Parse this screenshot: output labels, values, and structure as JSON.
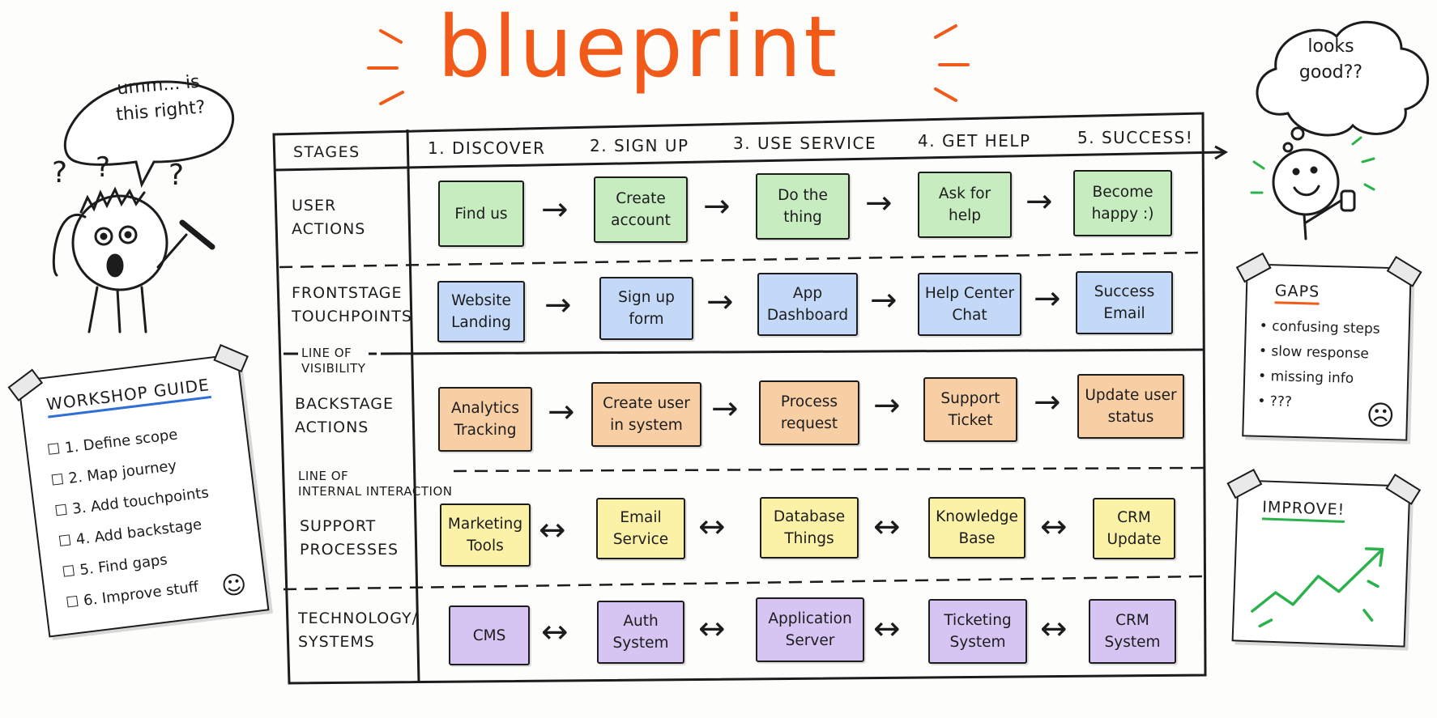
{
  "title": "blueprint",
  "bubbles": {
    "left": "umm... is\nthis right?",
    "right": "looks\ngood??"
  },
  "blueprint": {
    "stages_label": "STAGES",
    "stages": [
      "1. DISCOVER",
      "2. SIGN UP",
      "3. USE SERVICE",
      "4. GET HELP",
      "5. SUCCESS!"
    ],
    "row_labels": {
      "user_actions": "USER\nACTIONS",
      "frontstage": "FRONTSTAGE\nTOUCHPOINTS",
      "backstage": "BACKSTAGE\nACTIONS",
      "support": "SUPPORT\nPROCESSES",
      "technology": "TECHNOLOGY/\nSYSTEMS"
    },
    "lines": {
      "visibility": "LINE OF\nVISIBILITY",
      "internal": "LINE OF\nINTERNAL INTERACTION"
    },
    "rows": {
      "user_actions": [
        "Find us",
        "Create\naccount",
        "Do the\nthing",
        "Ask for\nhelp",
        "Become\nhappy :)"
      ],
      "frontstage": [
        "Website\nLanding",
        "Sign up\nform",
        "App\nDashboard",
        "Help Center\nChat",
        "Success\nEmail"
      ],
      "backstage": [
        "Analytics\nTracking",
        "Create user\nin system",
        "Process\nrequest",
        "Support\nTicket",
        "Update user\nstatus"
      ],
      "support": [
        "Marketing\nTools",
        "Email\nService",
        "Database\nThings",
        "Knowledge\nBase",
        "CRM\nUpdate"
      ],
      "technology": [
        "CMS",
        "Auth\nSystem",
        "Application\nServer",
        "Ticketing\nSystem",
        "CRM\nSystem"
      ]
    },
    "arrows": {
      "forward": "→",
      "bidirectional": "↔"
    }
  },
  "workshop_guide": {
    "title": "WORKSHOP GUIDE",
    "items": [
      "1. Define scope",
      "2. Map journey",
      "3. Add touchpoints",
      "4. Add backstage",
      "5. Find gaps",
      "6. Improve stuff"
    ]
  },
  "gaps": {
    "title": "GAPS",
    "items": [
      "confusing steps",
      "slow response",
      "missing info",
      "???"
    ]
  },
  "improve": {
    "title": "IMPROVE!"
  },
  "colors": {
    "title": "#f15a18",
    "green": "#c6ecc0",
    "blue": "#c3d9f7",
    "orange": "#f8cfa4",
    "yellow": "#fbf1a7",
    "purple": "#d6c5f3",
    "accent_green": "#2bb24c",
    "accent_blue": "#2f6fd6"
  },
  "icons": [
    "question-mark-icon",
    "pen-icon",
    "thumbs-up-icon",
    "smiley-icon",
    "sad-face-icon",
    "trend-arrow-icon",
    "checkbox-icon",
    "tape-icon"
  ]
}
